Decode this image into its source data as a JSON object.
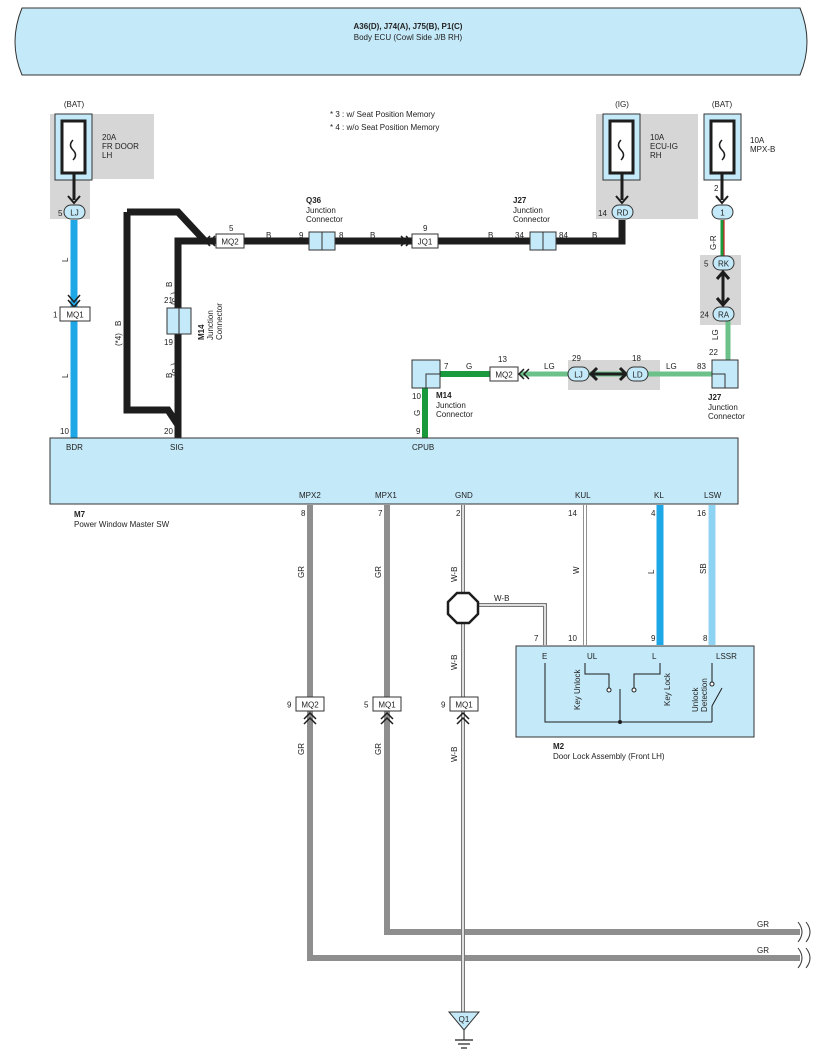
{
  "title": {
    "code": "A36(D), J74(A), J75(B), P1(C)",
    "name": "Body ECU (Cowl Side J/B RH)"
  },
  "notes": {
    "n3": "* 3 : w/ Seat Position Memory",
    "n4": "* 4 : w/o Seat Position Memory"
  },
  "fuses": {
    "fr_door": {
      "supply": "(BAT)",
      "amp": "20A",
      "line1": "FR DOOR",
      "line2": "LH",
      "pin": "5",
      "conn": "LJ"
    },
    "ecu_ig": {
      "supply": "(IG)",
      "amp": "10A",
      "line1": "ECU-IG",
      "line2": "RH",
      "pin": "14",
      "conn": "RD"
    },
    "mpx_b": {
      "supply": "(BAT)",
      "amp": "10A",
      "line1": "MPX-B",
      "pin": "2",
      "conn": "1"
    }
  },
  "junctions": {
    "q36": {
      "id": "Q36",
      "line1": "Junction",
      "line2": "Connector",
      "pin_l": "9",
      "pin_r": "8"
    },
    "j27_top": {
      "id": "J27",
      "line1": "Junction",
      "line2": "Connector",
      "pin_l": "34",
      "pin_r": "84"
    },
    "m14_left": {
      "id": "M14",
      "line1": "Junction",
      "line2": "Connector",
      "pin_t": "21",
      "pin_b": "19"
    },
    "m14_mid": {
      "id": "M14",
      "line1": "Junction",
      "line2": "Connector",
      "pin_t": "7",
      "pin_b": "10"
    },
    "j27_right": {
      "id": "J27",
      "line1": "Junction",
      "line2": "Connector",
      "pin_t": "22",
      "pin_l": "83"
    }
  },
  "connectors": {
    "mq1_left": {
      "pin": "1",
      "label": "MQ1"
    },
    "mq2_top": {
      "pin": "5",
      "label": "MQ2"
    },
    "jq1": {
      "pin": "9",
      "label": "JQ1"
    },
    "rk": {
      "pin": "5",
      "label": "RK"
    },
    "ra": {
      "pin": "24",
      "label": "RA"
    },
    "mq2_mid": {
      "pin": "13",
      "label": "MQ2"
    },
    "lj_mid": {
      "pin": "29",
      "label": "LJ"
    },
    "ld_mid": {
      "pin": "18",
      "label": "LD"
    },
    "mq2_low": {
      "pin": "9",
      "label": "MQ2"
    },
    "mq1_low": {
      "pin": "5",
      "label": "MQ1"
    },
    "mq1_gnd": {
      "pin": "9",
      "label": "MQ1"
    },
    "ground": {
      "label": "Q1"
    }
  },
  "wires": {
    "L": "L",
    "B": "B",
    "B4": "B",
    "n3": "(*3)",
    "n4": "(*4)",
    "GR": "G-R",
    "LG": "LG",
    "G": "G",
    "GRY": "GR",
    "WB": "W-B",
    "W": "W",
    "SB": "SB"
  },
  "m7": {
    "id": "M7",
    "name": "Power Window Master SW",
    "top_terms": [
      {
        "pin": "10",
        "name": "BDR"
      },
      {
        "pin": "20",
        "name": "SIG"
      },
      {
        "pin": "9",
        "name": "CPUB"
      }
    ],
    "bottom_terms": [
      {
        "pin": "8",
        "name": "MPX2"
      },
      {
        "pin": "7",
        "name": "MPX1"
      },
      {
        "pin": "2",
        "name": "GND"
      },
      {
        "pin": "14",
        "name": "KUL"
      },
      {
        "pin": "4",
        "name": "KL"
      },
      {
        "pin": "16",
        "name": "LSW"
      }
    ]
  },
  "m2": {
    "id": "M2",
    "name": "Door Lock Assembly (Front LH)",
    "pins": [
      "7",
      "10",
      "9",
      "8"
    ],
    "terms": [
      "E",
      "UL",
      "L",
      "LSSR"
    ],
    "sw": {
      "unlock": "Key Unlock",
      "lock": "Key Lock",
      "det1": "Unlock",
      "det2": "Detection"
    }
  },
  "colors": {
    "blue": "#1ea7e6",
    "lightblue": "#8fd3f3",
    "lightgreen": "#6cc08a",
    "green": "#1a9a3c",
    "gray": "#8e8e8e",
    "black": "#1d1d1d",
    "panel": "#c4e9f8",
    "shade": "#d6d6d6"
  }
}
